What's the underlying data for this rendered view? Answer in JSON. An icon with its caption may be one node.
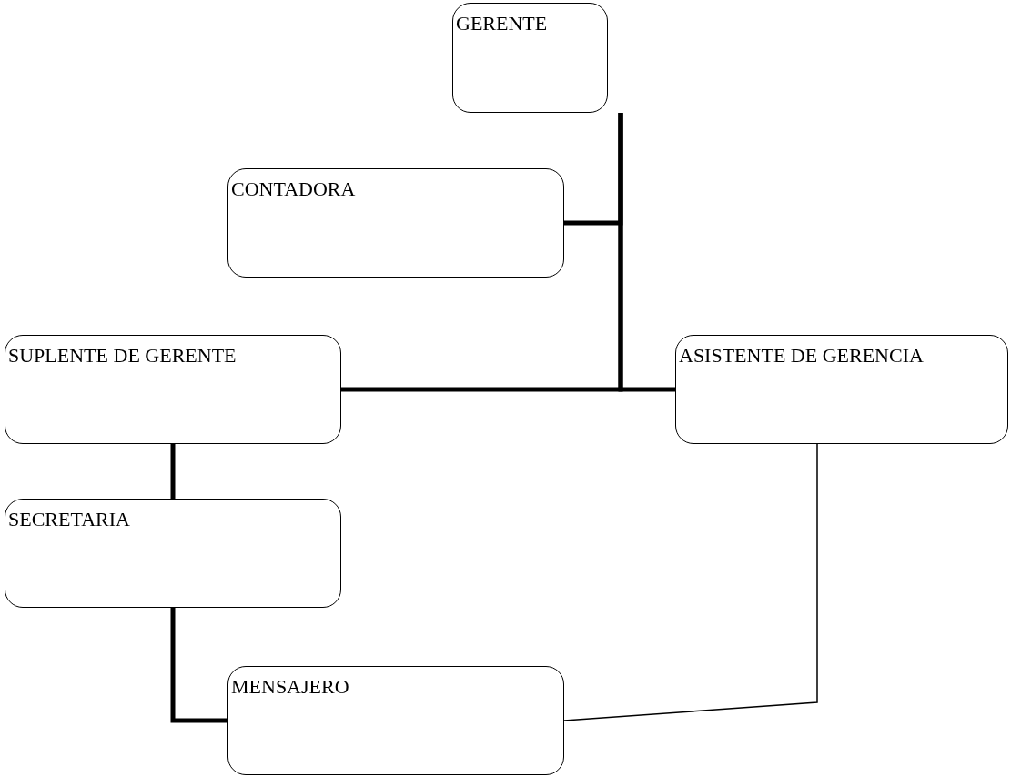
{
  "diagram": {
    "nodes": [
      {
        "text": [
          "GERENTE"
        ]
      },
      {
        "text": [
          "CONTADORA"
        ]
      },
      {
        "text": [
          "SUPLENTE DE GERENTE"
        ]
      },
      {
        "text": [
          "ASISTENTE DE GERENCIA"
        ]
      },
      {
        "text": [
          "SECRETARIA"
        ]
      },
      {
        "text": [
          "MENSAJERO"
        ]
      }
    ],
    "edges": [
      {
        "from": 0,
        "to": 1,
        "arrow": "none"
      },
      {
        "from": 0,
        "to": 2,
        "arrow": "none"
      },
      {
        "from": 0,
        "to": 3,
        "arrow": "none"
      },
      {
        "from": 2,
        "to": 4,
        "arrow": "none"
      },
      {
        "from": 4,
        "to": 5,
        "arrow": "none"
      },
      {
        "from": 3,
        "to": 5,
        "arrow": "none"
      }
    ]
  }
}
